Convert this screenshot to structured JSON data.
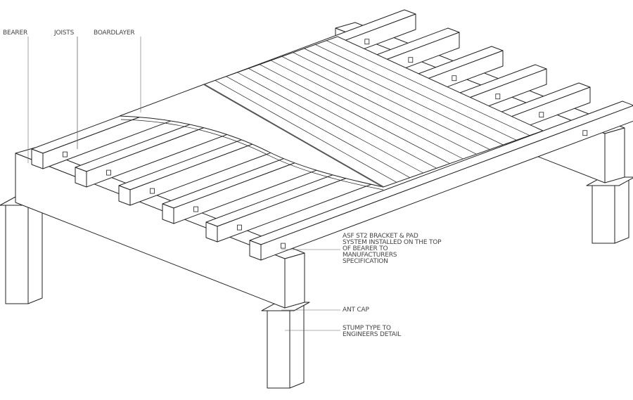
{
  "labels": {
    "bearer": "BEARER",
    "joists": "JOISTS",
    "boardlayer": "BOARDLAYER",
    "bracket": [
      "ASF ST2 BRACKET & PAD",
      "SYSTEM INSTALLED ON THE TOP",
      "OF BEARER TO",
      "MANUFACTURERS",
      "SPECIFICATION"
    ],
    "ant_cap": "ANT CAP",
    "stump": [
      "STUMP TYPE TO",
      "ENGINEERS DETAIL"
    ]
  },
  "colors": {
    "line": "#222222",
    "label": "#444444",
    "fill": "#ffffff"
  },
  "structure": {
    "joist_count": 6,
    "post_count": 3,
    "board_count": 12
  }
}
